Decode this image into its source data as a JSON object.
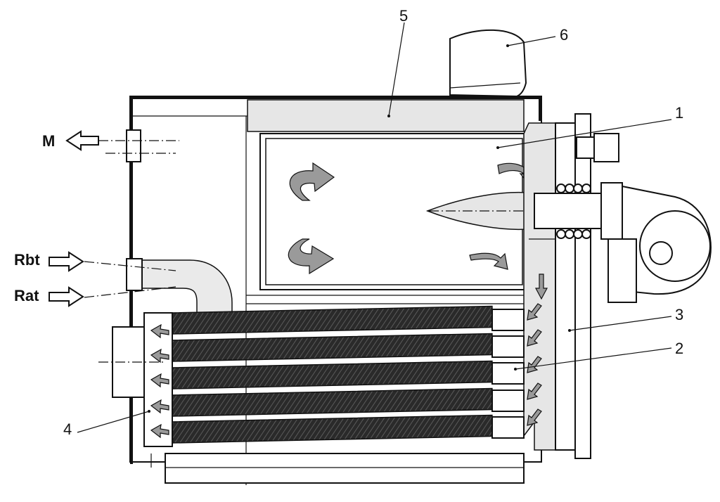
{
  "connections": {
    "m": "M",
    "rbt": "Rbt",
    "rat": "Rat"
  },
  "callouts": {
    "n1": "1",
    "n2": "2",
    "n3": "3",
    "n4": "4",
    "n5": "5",
    "n6": "6"
  }
}
